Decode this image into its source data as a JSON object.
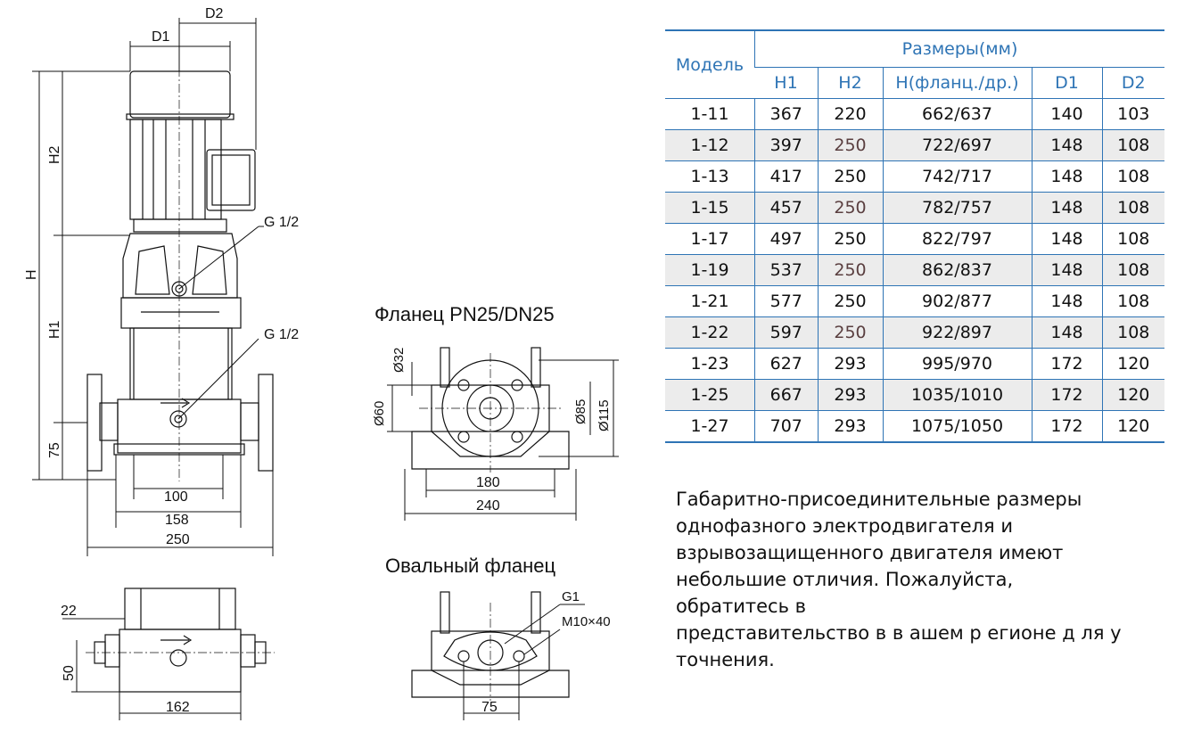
{
  "drawing": {
    "labels": {
      "D1": "D1",
      "D2": "D2",
      "H": "H",
      "H1": "H1",
      "H2": "H2",
      "G12_top": "G 1/2",
      "G12_bottom": "G 1/2",
      "dim_75": "75",
      "dim_100": "100",
      "dim_158": "158",
      "dim_250": "250",
      "dim_22": "22",
      "dim_50": "50",
      "dim_162": "162",
      "dim_32": "Ø32",
      "dim_60": "Ø60",
      "dim_85": "Ø85",
      "dim_115": "Ø115",
      "dim_180": "180",
      "dim_240": "240",
      "G1": "G1",
      "M10x40": "M10×40",
      "dim_75_oval": "75"
    },
    "titles": {
      "flange": "Фланец PN25/DN25",
      "oval": "Овальный фланец"
    }
  },
  "table": {
    "model_header": "Модель",
    "group_header": "Размеры(мм)",
    "columns": [
      "H1",
      "H2",
      "H(фланц./др.)",
      "D1",
      "D2"
    ],
    "rows": [
      {
        "model": "1-11",
        "h1": "367",
        "h2": "220",
        "h": "662/637",
        "d1": "140",
        "d2": "103"
      },
      {
        "model": "1-12",
        "h1": "397",
        "h2": "250",
        "h": "722/697",
        "d1": "148",
        "d2": "108"
      },
      {
        "model": "1-13",
        "h1": "417",
        "h2": "250",
        "h": "742/717",
        "d1": "148",
        "d2": "108"
      },
      {
        "model": "1-15",
        "h1": "457",
        "h2": "250",
        "h": "782/757",
        "d1": "148",
        "d2": "108"
      },
      {
        "model": "1-17",
        "h1": "497",
        "h2": "250",
        "h": "822/797",
        "d1": "148",
        "d2": "108"
      },
      {
        "model": "1-19",
        "h1": "537",
        "h2": "250",
        "h": "862/837",
        "d1": "148",
        "d2": "108"
      },
      {
        "model": "1-21",
        "h1": "577",
        "h2": "250",
        "h": "902/877",
        "d1": "148",
        "d2": "108"
      },
      {
        "model": "1-22",
        "h1": "597",
        "h2": "250",
        "h": "922/897",
        "d1": "148",
        "d2": "108"
      },
      {
        "model": "1-23",
        "h1": "627",
        "h2": "293",
        "h": "995/970",
        "d1": "172",
        "d2": "120"
      },
      {
        "model": "1-25",
        "h1": "667",
        "h2": "293",
        "h": "1035/1010",
        "d1": "172",
        "d2": "120"
      },
      {
        "model": "1-27",
        "h1": "707",
        "h2": "293",
        "h": "1075/1050",
        "d1": "172",
        "d2": "120"
      }
    ]
  },
  "note": {
    "lines": [
      "Габаритно-присоединительные  размеры",
      "однофазного  электродвигателя  и",
      "взрывозащищенного  двигателя  имеют",
      "небольшие  отличия.  Пожалуйста,",
      "обратитесь  в",
      "представительство в  в ашем р егионе д ля у",
      "точнения."
    ]
  },
  "colors": {
    "table_border": "#2e74b5",
    "header_text": "#2e74b5",
    "row_stripe": "#ececec"
  }
}
